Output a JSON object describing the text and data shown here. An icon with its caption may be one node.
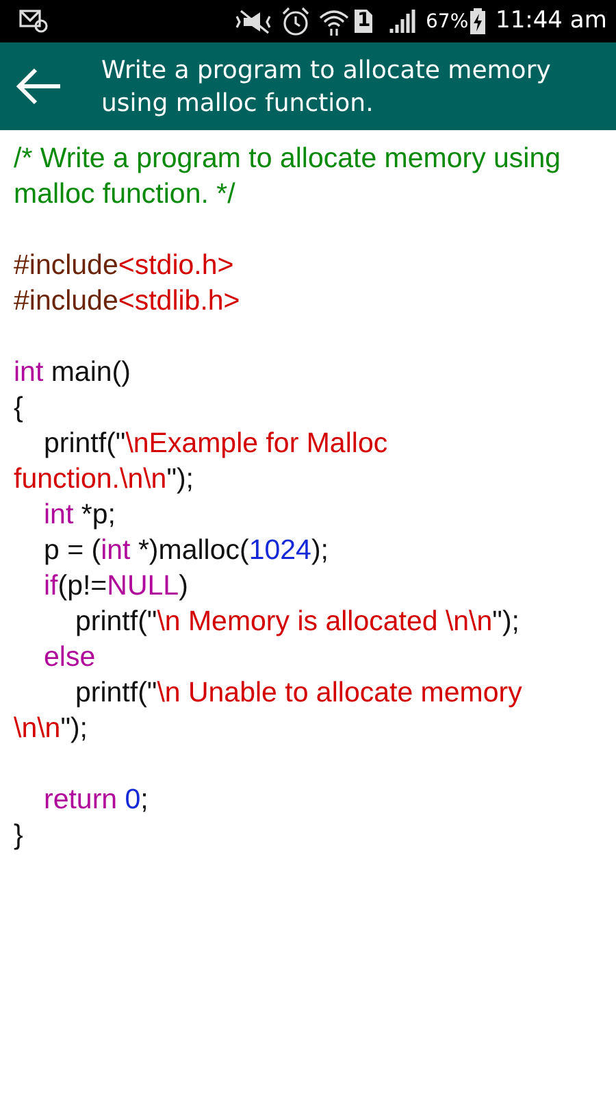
{
  "diagram": {
    "title": "Write a program to allocate memory using malloc function.",
    "labels": [
      "1",
      "67%",
      "11:44 am",
      "/* Write a program to allocate memory using malloc function. */",
      "#include",
      "<stdio.h>",
      "#include",
      "<stdlib.h>",
      "int",
      "main()",
      "{",
      "printf(\"",
      "\\nExample for Malloc function.\\n\\n",
      "\");",
      "int",
      "*p;",
      "p = (",
      "int",
      "*)malloc(",
      "1024",
      ");",
      "if",
      "(p!=",
      "NULL",
      ")",
      "printf(\"",
      "\\n Memory is allocated \\n\\n",
      "\");",
      "else",
      "printf(\"",
      "\\n Unable to allocate memory \\n\\n",
      "\");",
      "return",
      "0",
      ";",
      "}"
    ]
  }
}
